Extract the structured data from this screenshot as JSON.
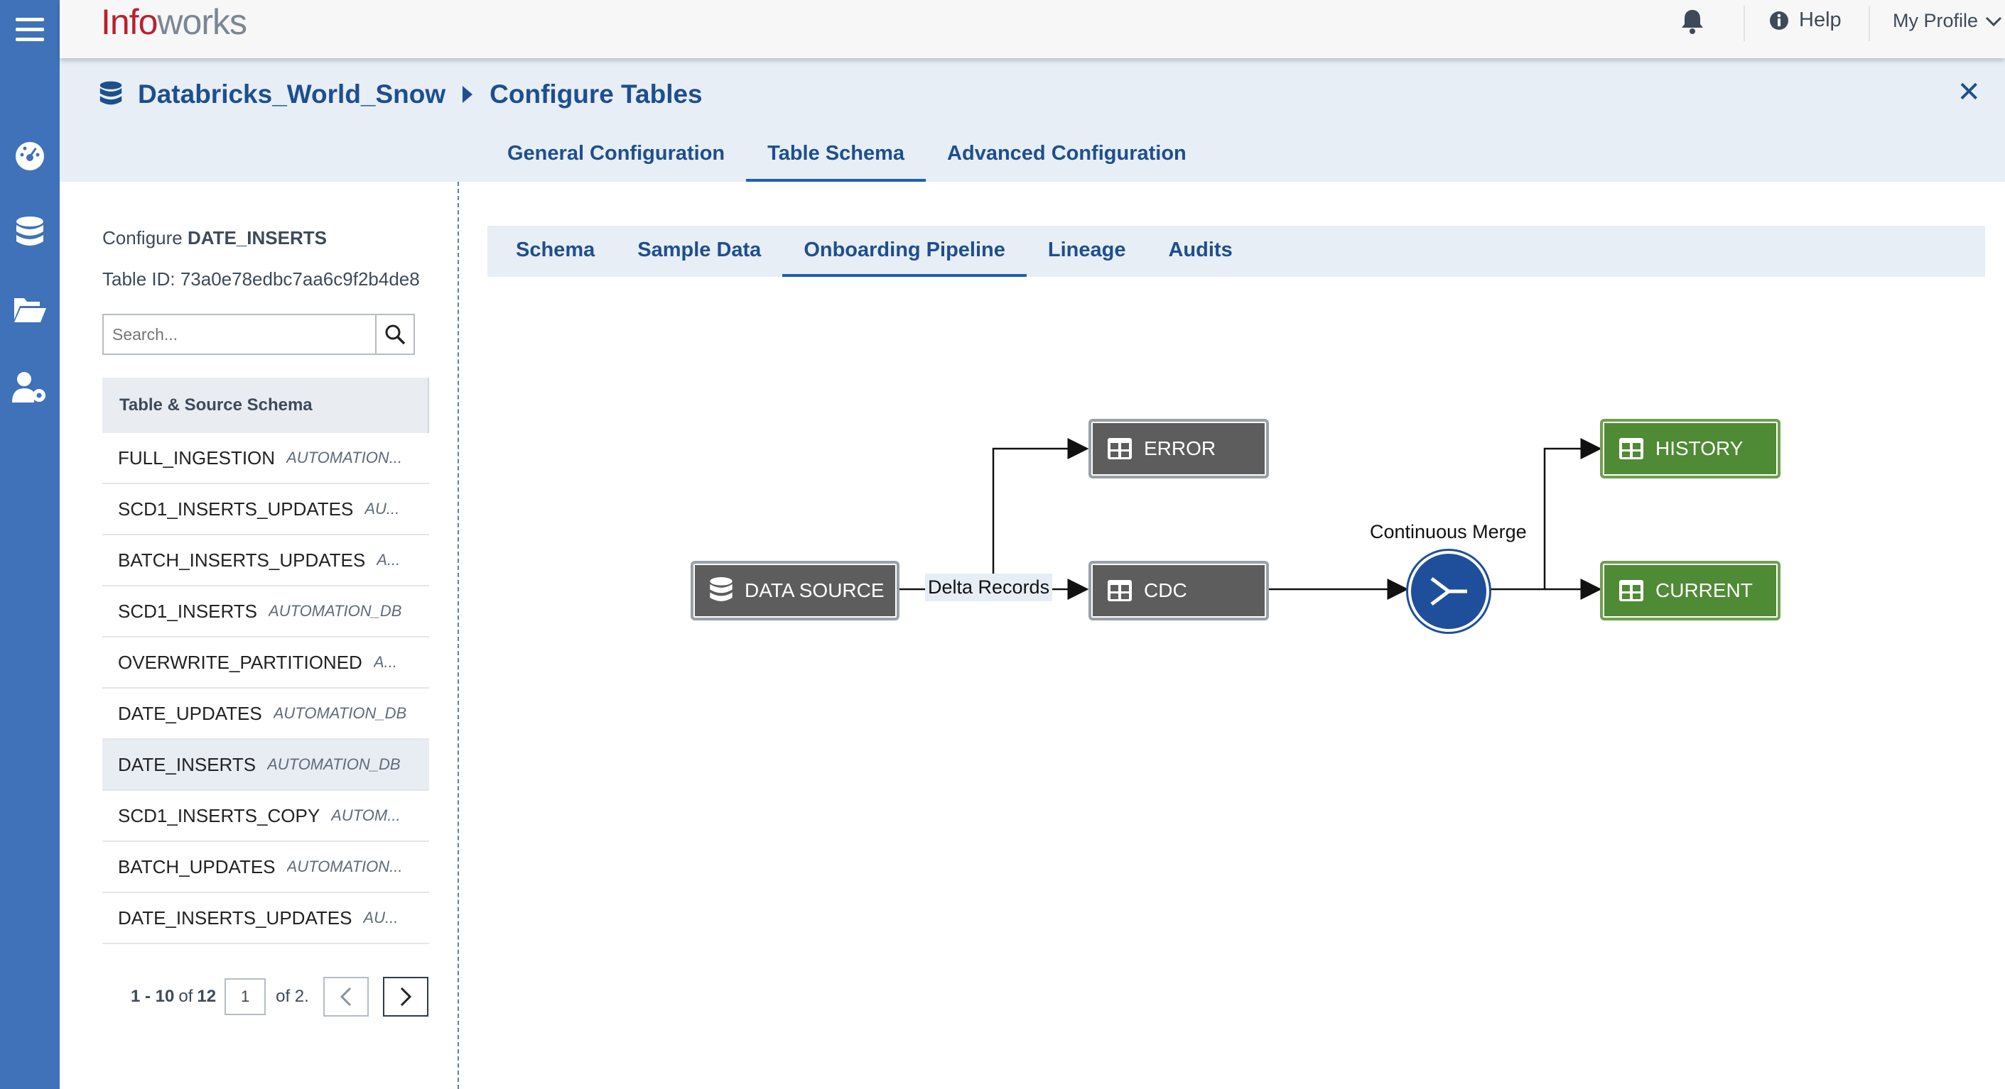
{
  "app": {
    "logo_a": "Info",
    "logo_b": "works"
  },
  "topbar": {
    "help": "Help",
    "profile": "My Profile"
  },
  "header": {
    "source_name": "Databricks_World_Snow",
    "page_title": "Configure Tables",
    "tabs": [
      {
        "label": "General Configuration",
        "active": false
      },
      {
        "label": "Table Schema",
        "active": true
      },
      {
        "label": "Advanced Configuration",
        "active": false
      }
    ]
  },
  "left": {
    "configure_prefix": "Configure",
    "configure_table": "DATE_INSERTS",
    "table_id_label": "Table ID: 73a0e78edbc7aa6c9f2b4de8",
    "search_placeholder": "Search...",
    "list_header": "Table & Source Schema",
    "rows": [
      {
        "name": "FULL_INGESTION",
        "db": "AUTOMATION...",
        "selected": false
      },
      {
        "name": "SCD1_INSERTS_UPDATES",
        "db": "AU...",
        "selected": false
      },
      {
        "name": "BATCH_INSERTS_UPDATES",
        "db": "A...",
        "selected": false
      },
      {
        "name": "SCD1_INSERTS",
        "db": "AUTOMATION_DB",
        "selected": false
      },
      {
        "name": "OVERWRITE_PARTITIONED",
        "db": "A...",
        "selected": false
      },
      {
        "name": "DATE_UPDATES",
        "db": "AUTOMATION_DB",
        "selected": false
      },
      {
        "name": "DATE_INSERTS",
        "db": "AUTOMATION_DB",
        "selected": true
      },
      {
        "name": "SCD1_INSERTS_COPY",
        "db": "AUTOM...",
        "selected": false
      },
      {
        "name": "BATCH_UPDATES",
        "db": "AUTOMATION...",
        "selected": false
      },
      {
        "name": "DATE_INSERTS_UPDATES",
        "db": "AU...",
        "selected": false
      }
    ],
    "pager": {
      "range": "1 - 10",
      "of_word": "of",
      "total": "12",
      "page": "1",
      "of_pages": "of 2."
    }
  },
  "right": {
    "tabs": [
      {
        "label": "Schema",
        "active": false
      },
      {
        "label": "Sample Data",
        "active": false
      },
      {
        "label": "Onboarding Pipeline",
        "active": true
      },
      {
        "label": "Lineage",
        "active": false
      },
      {
        "label": "Audits",
        "active": false
      }
    ],
    "pipeline": {
      "source": "DATA SOURCE",
      "edge_label": "Delta Records",
      "error": "ERROR",
      "cdc": "CDC",
      "merge_label": "Continuous Merge",
      "history": "HISTORY",
      "current": "CURRENT"
    }
  },
  "colors": {
    "rail": "#3f72b8",
    "accent": "#1d4f8f",
    "green_node": "#4f8a34",
    "grey_node": "#5d5d5d",
    "merge": "#1f4f9a"
  }
}
